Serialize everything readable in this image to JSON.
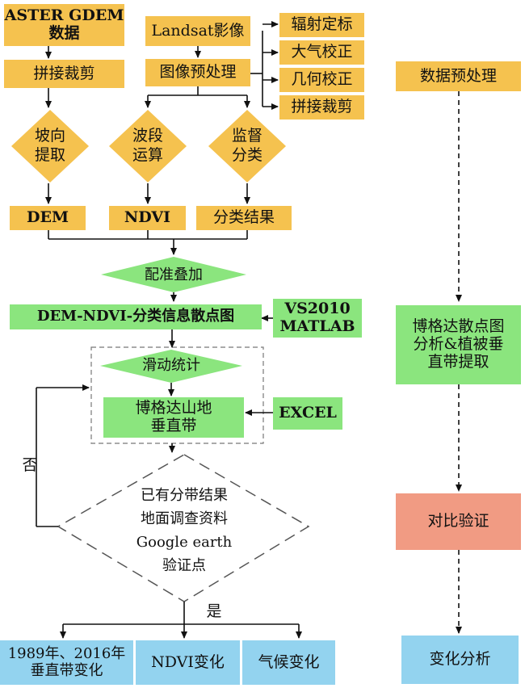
{
  "left": {
    "aster": [
      "ASTER GDEM",
      "数据"
    ],
    "mosaic1": "拼接裁剪",
    "landsat": "Landsat影像",
    "preprocess": "图像预处理",
    "subs": [
      "辐射定标",
      "大气校正",
      "几何校正",
      "拼接裁剪"
    ],
    "slope": [
      "坡向",
      "提取"
    ],
    "band": [
      "波段",
      "运算"
    ],
    "supervised": [
      "监督",
      "分类"
    ],
    "dem": "DEM",
    "ndvi": "NDVI",
    "classres": "分类结果",
    "register": "配准叠加",
    "scatter": "DEM-NDVI-分类信息散点图",
    "tools1": [
      "VS2010",
      "MATLAB"
    ],
    "sliding": "滑动统计",
    "bogda": [
      "博格达山地",
      "垂直带"
    ],
    "excel": "EXCEL",
    "no": "否",
    "check": [
      "已有分带结果",
      "地面调查资料",
      "Google earth",
      "验证点"
    ],
    "yes": "是",
    "out1": [
      "1989年、2016年",
      "垂直带变化"
    ],
    "out2": "NDVI变化",
    "out3": "气候变化"
  },
  "right": {
    "s1": "数据预处理",
    "s2": [
      "博格达散点图",
      "分析&植被垂",
      "直带提取"
    ],
    "s3": "对比验证",
    "s4": "变化分析"
  },
  "colors": {
    "yellow": "#f5c24f",
    "green": "#8be57e",
    "blue": "#93d3ef",
    "salmon": "#f19b83"
  }
}
